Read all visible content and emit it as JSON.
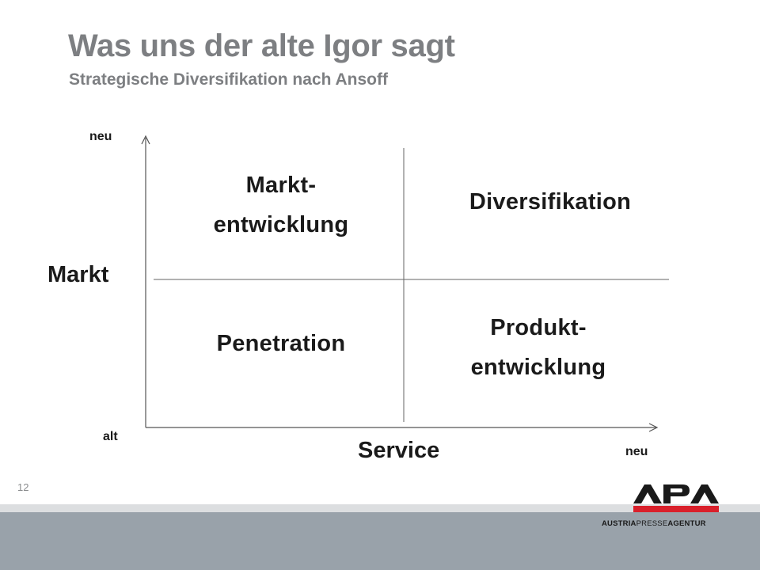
{
  "slide": {
    "title": "Was uns der alte Igor sagt",
    "subtitle": "Strategische Diversifikation nach Ansoff",
    "page_number": "12"
  },
  "diagram": {
    "y_axis": {
      "label": "Markt",
      "high": "neu",
      "low": "alt"
    },
    "x_axis": {
      "label": "Service",
      "high": "neu"
    },
    "quadrants": {
      "top_left": {
        "line1": "Markt-",
        "line2": "entwicklung"
      },
      "top_right": {
        "line1": "Diversifikation"
      },
      "bottom_left": {
        "line1": "Penetration"
      },
      "bottom_right": {
        "line1": "Produkt-",
        "line2": "entwicklung"
      }
    },
    "line_color": "#555555"
  },
  "logo": {
    "mark": "APA",
    "wordmark": "AUSTRIAPRESSEAGENTUR",
    "colors": {
      "primary": "#1a1a1a",
      "accent": "#d9202b"
    }
  },
  "colors": {
    "title": "#7d7f82",
    "footer_band": "#99a2aa",
    "footer_light": "#dcdee0"
  }
}
